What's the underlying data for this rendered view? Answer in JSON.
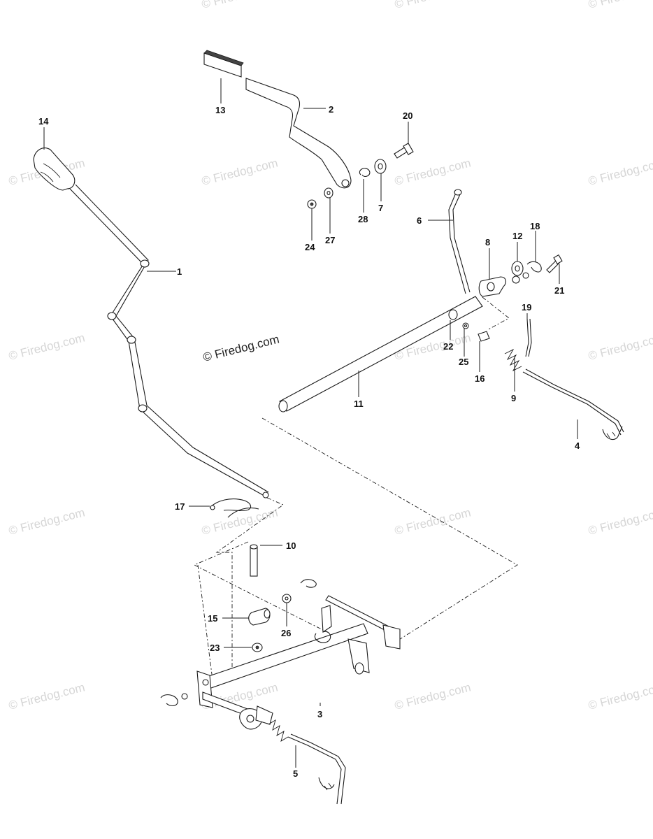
{
  "watermarks": [
    {
      "text": "© Firedog.com"
    },
    {
      "text": "© Firedog.com"
    },
    {
      "text": "© Firedog.com"
    },
    {
      "text": "© Firedog.com"
    },
    {
      "text": "© Firedog.com"
    },
    {
      "text": "© Firedog.com"
    },
    {
      "text": "© Firedog.com"
    },
    {
      "text": "© Firedog.com"
    },
    {
      "text": "© Firedog.com"
    },
    {
      "text": "© Firedog.com"
    },
    {
      "text": "© Firedog.com"
    },
    {
      "text": "© Firedog.com"
    },
    {
      "text": "© Firedog.com"
    },
    {
      "text": "© Firedog.com"
    },
    {
      "text": "© Firedog.com"
    },
    {
      "text": "© Firedog.com"
    },
    {
      "text": "© Firedog.com"
    },
    {
      "text": "© Firedog.com"
    }
  ],
  "copyright": "© Firedog.com",
  "callouts": [
    "1",
    "2",
    "3",
    "4",
    "5",
    "6",
    "7",
    "8",
    "9",
    "10",
    "11",
    "12",
    "13",
    "14",
    "15",
    "16",
    "17",
    "18",
    "19",
    "20",
    "21",
    "22",
    "23",
    "24",
    "25",
    "26",
    "27",
    "28"
  ],
  "colors": {
    "ink": "#1a1a1a",
    "watermark": "#d6d6d6",
    "background": "#ffffff"
  }
}
